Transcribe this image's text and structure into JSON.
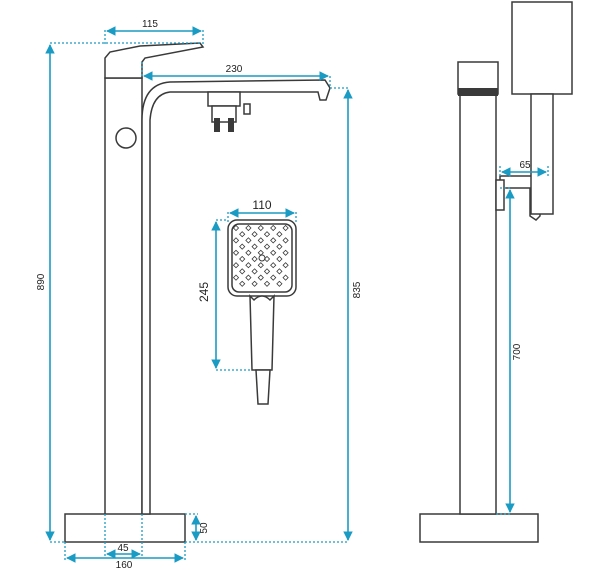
{
  "dimensions": {
    "spout_top_width": "115",
    "spout_reach": "230",
    "total_height": "890",
    "outlet_height": "835",
    "hand_shower_width": "110",
    "hand_shower_height": "245",
    "base_height": "50",
    "base_inner_width": "45",
    "base_outer_width": "160",
    "holder_offset": "65",
    "holder_height": "700"
  },
  "colors": {
    "dimension_lines": "#1a9bc4",
    "outline": "#3a3a3a"
  }
}
